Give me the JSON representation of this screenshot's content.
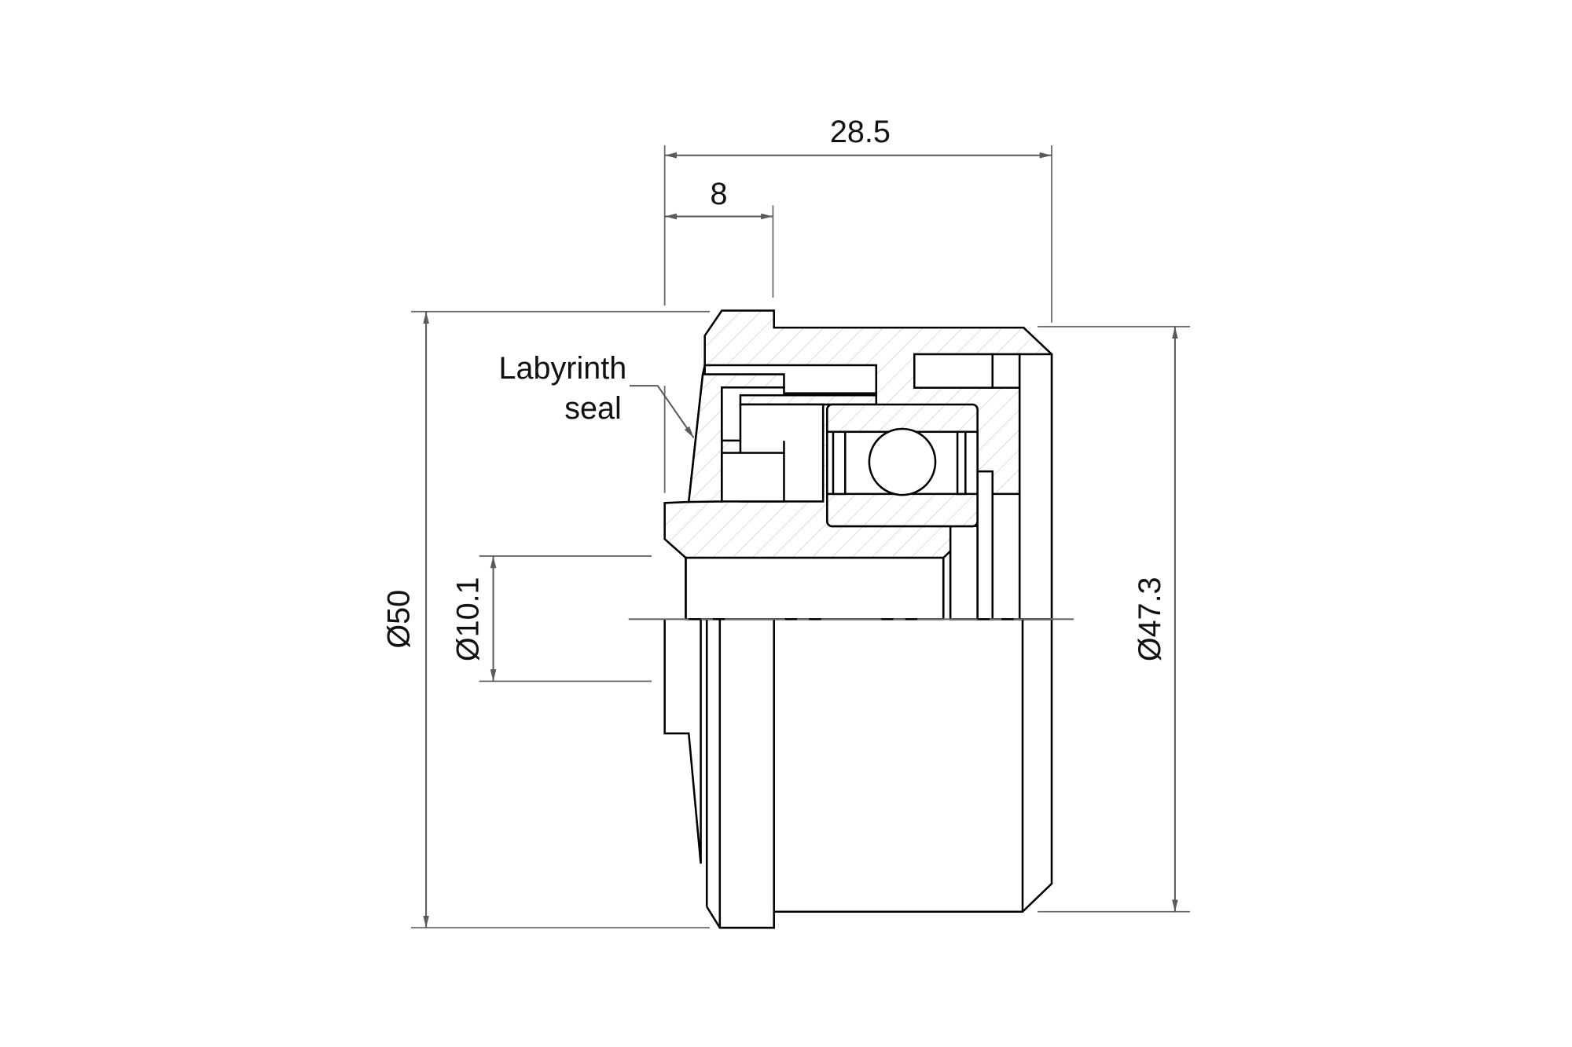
{
  "drawing": {
    "title": "Labyrinth-sealed pulley section",
    "dimensions": {
      "overall_width": "28.5",
      "flange_width": "8",
      "outer_diameter": "Ø50",
      "bore_diameter": "Ø10.1",
      "body_diameter": "Ø47.3"
    },
    "annotation": {
      "line1": "Labyrinth",
      "line2": "seal"
    },
    "colors": {
      "outline": "#000000",
      "dimension": "#5a5a5a",
      "hatch": "#c8c8c8"
    }
  }
}
